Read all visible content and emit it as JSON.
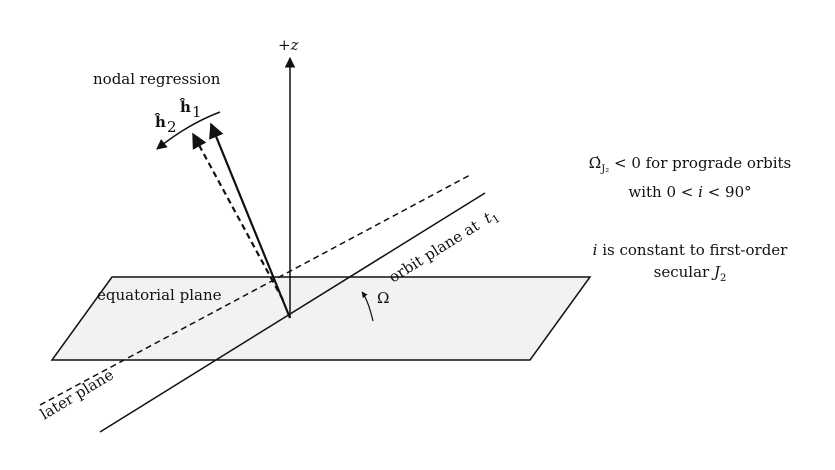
{
  "axis": {
    "z_label": "+z"
  },
  "vectors": {
    "h1_label": "ĥ",
    "h1_sub": "1",
    "h2_label": "ĥ",
    "h2_sub": "2",
    "regression_label": "nodal regression"
  },
  "planes": {
    "equatorial_label": "equatorial plane",
    "orbit_label": "orbit plane at",
    "orbit_time_var": "t",
    "orbit_time_sub": "1",
    "later_label": "later plane",
    "node_angle_label": "Ω"
  },
  "notes": {
    "rate_line1_sym": "Ω̇",
    "rate_line1_sub": "J₂",
    "rate_line1_rest": " < 0 for prograde orbits",
    "rate_line2_pre": "with 0 < ",
    "rate_line2_var": "i",
    "rate_line2_post": " < 90°",
    "incl_line1_var": "i",
    "incl_line1_rest": " is constant to first-order",
    "incl_line2_pre": "secular ",
    "incl_line2_sym": "J",
    "incl_line2_sub": "2"
  },
  "colors": {
    "plane_fill": "#f2f2f2",
    "ink": "#111111"
  }
}
